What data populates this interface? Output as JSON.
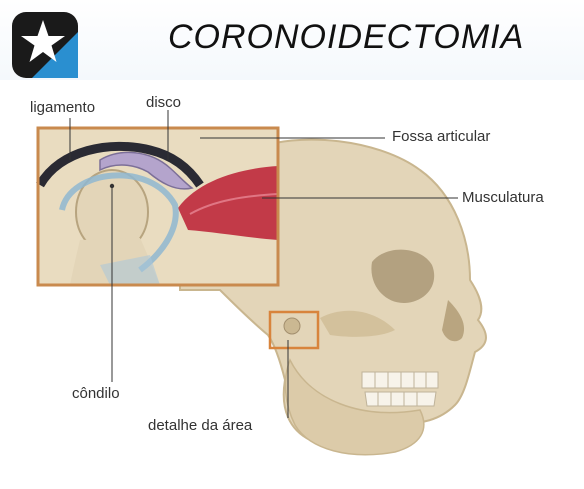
{
  "header": {
    "title": "CORONOIDECTOMIA",
    "logo_icon": "star-logo-icon"
  },
  "diagram": {
    "labels": {
      "ligamento": "ligamento",
      "disco": "disco",
      "fossa": "Fossa articular",
      "musculatura": "Musculatura",
      "condilo": "côndilo",
      "detalhe": "detalhe da área"
    }
  },
  "colors": {
    "bone": "#e3d5b8",
    "bone_shadow": "#c9b68f",
    "muscle": "#c23a48",
    "disc": "#b4a4cc",
    "inset_border": "#c98a4e",
    "detail_box": "#d8843c",
    "logo_blue": "#2a8fd0",
    "logo_dark": "#1a1a1a"
  }
}
